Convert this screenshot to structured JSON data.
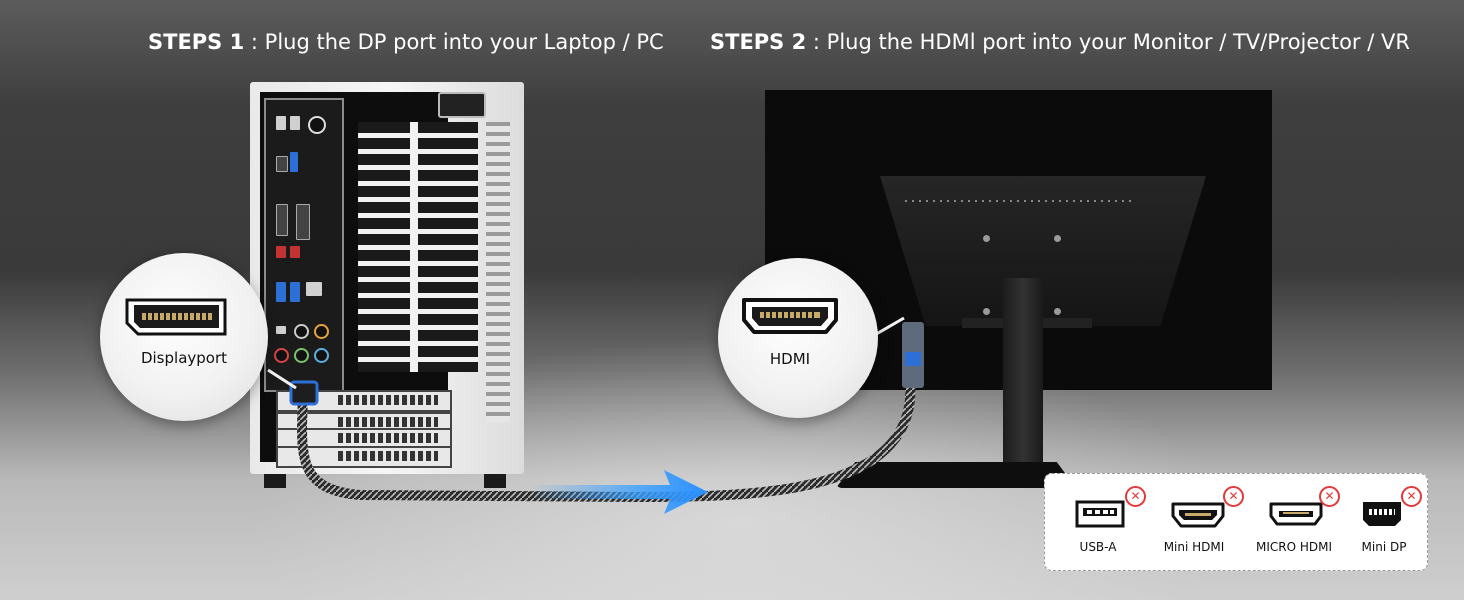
{
  "steps": {
    "step1": {
      "label": "STEPS 1",
      "text": " : Plug the DP port into your Laptop / PC"
    },
    "step2": {
      "label": "STEPS 2",
      "text": " : Plug the HDMl port into your Monitor / TV/Projector / VR"
    }
  },
  "callouts": {
    "displayport": "Displayport",
    "hdmi": "HDMI"
  },
  "incompatible": {
    "items": [
      {
        "label": "USB-A",
        "icon": "usb-a-port-icon"
      },
      {
        "label": "Mini HDMI",
        "icon": "mini-hdmi-port-icon"
      },
      {
        "label": "MICRO HDMI",
        "icon": "micro-hdmi-port-icon"
      },
      {
        "label": "Mini DP",
        "icon": "mini-dp-port-icon"
      }
    ],
    "badge_glyph": "✕",
    "badge_color": "#e23a3a"
  },
  "colors": {
    "arrow": "#3aa0ff",
    "port_blue": "#2c6fd6"
  }
}
